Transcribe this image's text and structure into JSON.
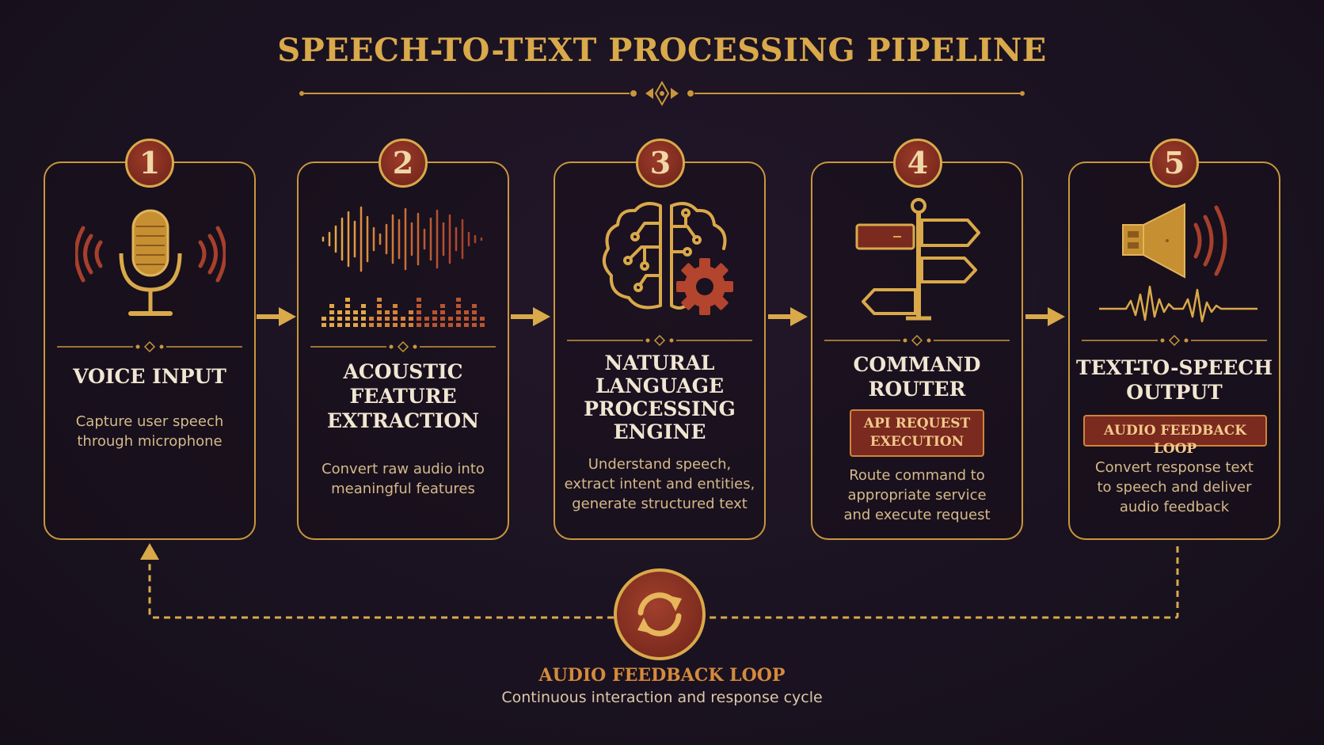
{
  "title": "SPEECH-TO-TEXT PROCESSING PIPELINE",
  "colors": {
    "gold": "#d9a94a",
    "red": "#7a2a1e",
    "accent_red": "#b34a32",
    "cream": "#f1e6d2",
    "background": "#1a1220"
  },
  "steps": [
    {
      "number": "1",
      "title_lines": [
        "VOICE INPUT"
      ],
      "description_lines": [
        "Capture user speech",
        "through microphone"
      ],
      "icon": "microphone-icon"
    },
    {
      "number": "2",
      "title_lines": [
        "ACOUSTIC",
        "FEATURE",
        "EXTRACTION"
      ],
      "description_lines": [
        "Convert raw audio into",
        "meaningful features"
      ],
      "icon": "waveform-spectrum-icon"
    },
    {
      "number": "3",
      "title_lines": [
        "NATURAL",
        "LANGUAGE",
        "PROCESSING",
        "ENGINE"
      ],
      "description_lines": [
        "Understand speech,",
        "extract intent and entities,",
        "generate structured text"
      ],
      "icon": "brain-gear-icon"
    },
    {
      "number": "4",
      "title_lines": [
        "COMMAND",
        "ROUTER"
      ],
      "badge_lines": [
        "API REQUEST",
        "EXECUTION"
      ],
      "description_lines": [
        "Route command to",
        "appropriate service",
        "and execute request"
      ],
      "icon": "signpost-icon"
    },
    {
      "number": "5",
      "title_lines": [
        "TEXT-TO-SPEECH",
        "OUTPUT"
      ],
      "badge_lines": [
        "AUDIO FEEDBACK LOOP"
      ],
      "description_lines": [
        "Convert response text",
        "to speech and deliver",
        "audio feedback"
      ],
      "icon": "speaker-icon"
    }
  ],
  "loop": {
    "title": "AUDIO FEEDBACK LOOP",
    "description": "Continuous interaction and response cycle",
    "icon": "refresh-cycle-icon"
  }
}
